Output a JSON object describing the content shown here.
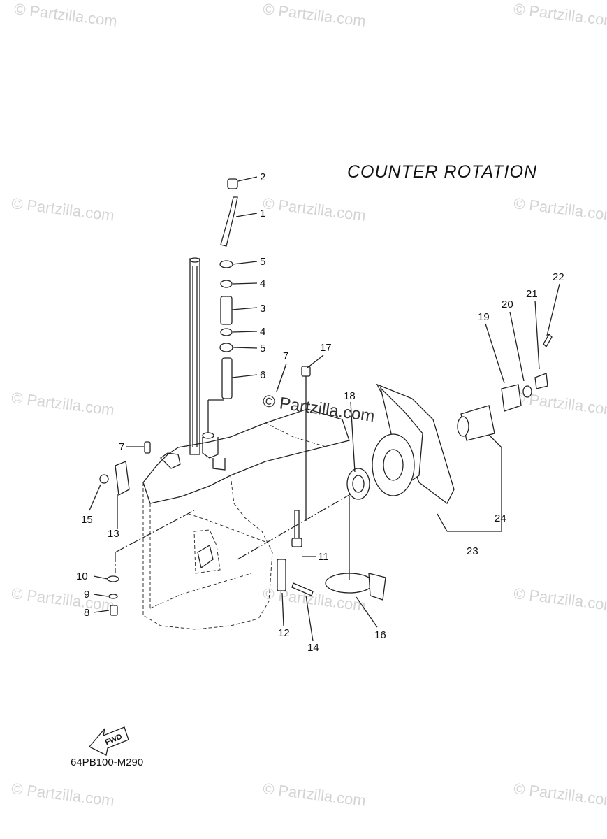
{
  "title": "COUNTER  ROTATION",
  "diagram_code": "64PB100-M290",
  "fwd_label": "FWD",
  "center_watermark": "© Partzilla.com",
  "watermarks": [
    "© Partzilla.com",
    "© Partzilla.com",
    "© Partzilla.com",
    "© Partzilla.com",
    "© Partzilla.com",
    "© Partzilla.com",
    "© Partzilla.com",
    "© Partzilla.com",
    "© Partzilla.com",
    "© Partzilla.com",
    "© Partzilla.com",
    "© Partzilla.com",
    "© Partzilla.com",
    "© Partzilla.com",
    "© Partzilla.com"
  ],
  "callouts": {
    "n1": "1",
    "n2": "2",
    "n3": "3",
    "n4a": "4",
    "n4b": "4",
    "n5a": "5",
    "n5b": "5",
    "n6": "6",
    "n7a": "7",
    "n7b": "7",
    "n8": "8",
    "n9": "9",
    "n10": "10",
    "n11": "11",
    "n12": "12",
    "n13": "13",
    "n14": "14",
    "n15": "15",
    "n16": "16",
    "n17": "17",
    "n18": "18",
    "n19": "19",
    "n20": "20",
    "n21": "21",
    "n22": "22",
    "n23": "23",
    "n24": "24"
  },
  "colors": {
    "line": "#222222",
    "watermark": "#d4d4d4"
  }
}
